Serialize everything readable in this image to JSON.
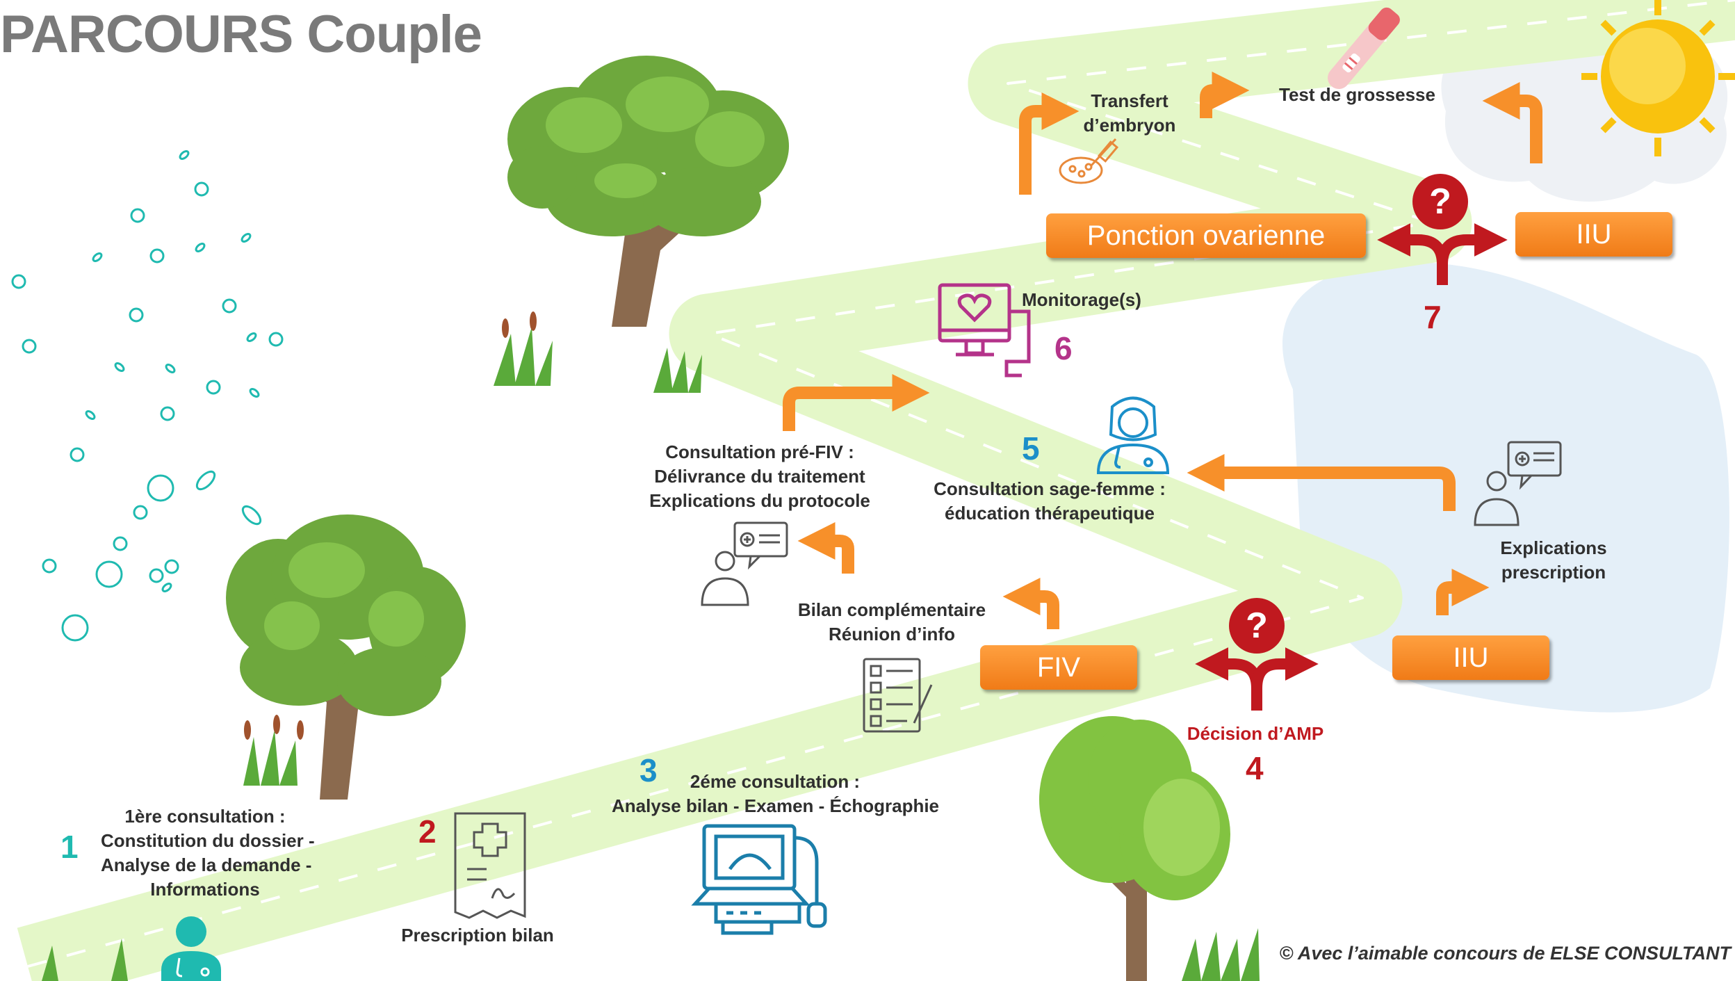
{
  "title": "PARCOURS Couple",
  "steps": {
    "s1": {
      "number": "1",
      "line1": "1ère consultation :",
      "line2": "Constitution du dossier -",
      "line3": "Analyse de la demande -",
      "line4": "Informations"
    },
    "s2": {
      "number": "2",
      "label": "Prescription  bilan"
    },
    "s3": {
      "number": "3",
      "line1": "2éme consultation :",
      "line2": "Analyse bilan - Examen - Échographie"
    },
    "s4": {
      "number": "4",
      "label": "Décision d’AMP"
    },
    "s5": {
      "number": "5",
      "line1": "Consultation sage-femme :",
      "line2": "éducation thérapeutique"
    },
    "s6": {
      "number": "6",
      "label": "Monitorage(s)"
    },
    "s7": {
      "number": "7"
    }
  },
  "labels": {
    "bilan_l1": "Bilan complémentaire",
    "bilan_l2": "Réunion d’info",
    "prefiv_l1": "Consultation pré-FIV :",
    "prefiv_l2": "Délivrance du traitement",
    "prefiv_l3": "Explications du protocole",
    "explic_l1": "Explications",
    "explic_l2": "prescription",
    "transfert_l1": "Transfert",
    "transfert_l2": "d’embryon",
    "test": "Test de grossesse"
  },
  "buttons": {
    "fiv": "FIV",
    "iiu_low": "IIU",
    "ponction": "Ponction ovarienne",
    "iiu_top": "IIU"
  },
  "credit": "© Avec l’aimable concours de ELSE CONSULTANT",
  "colors": {
    "orange": "#f7902a",
    "red": "#c0191f",
    "teal": "#1fbab0",
    "blue": "#1b8fc9",
    "magenta": "#b4338a",
    "road": "#e4f7c8"
  }
}
